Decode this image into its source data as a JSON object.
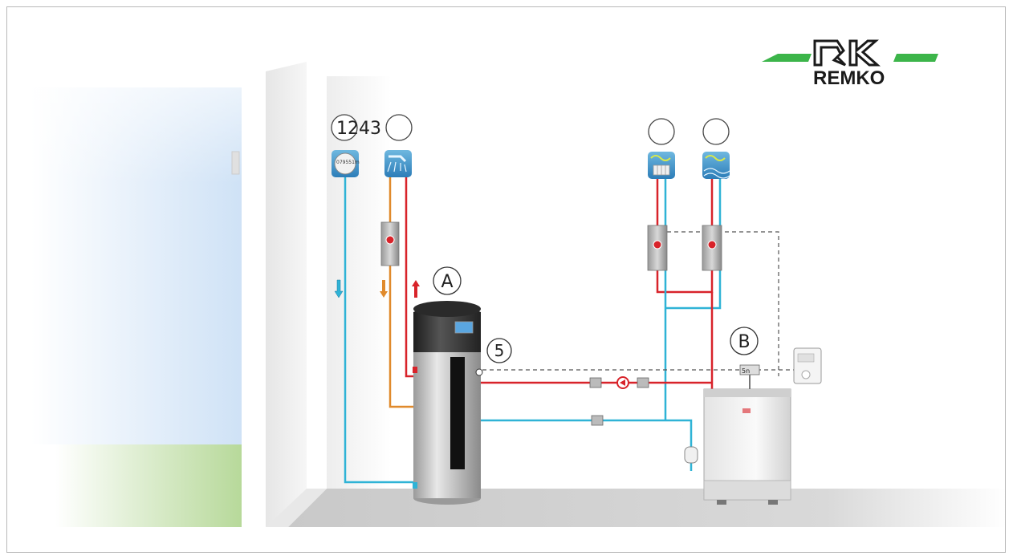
{
  "logo": {
    "text": "REMKO",
    "accent_color": "#3cb54a"
  },
  "labels": {
    "a": "A",
    "b": "B",
    "five": "5",
    "one_to_four": "1243",
    "empty": ""
  },
  "colors": {
    "cold": "#2fb3d6",
    "hot": "#d8232a",
    "warm": "#e08a2c",
    "control": "#555555"
  },
  "device_display": {
    "meter_text": "079551m",
    "boiler_display": "5n"
  }
}
